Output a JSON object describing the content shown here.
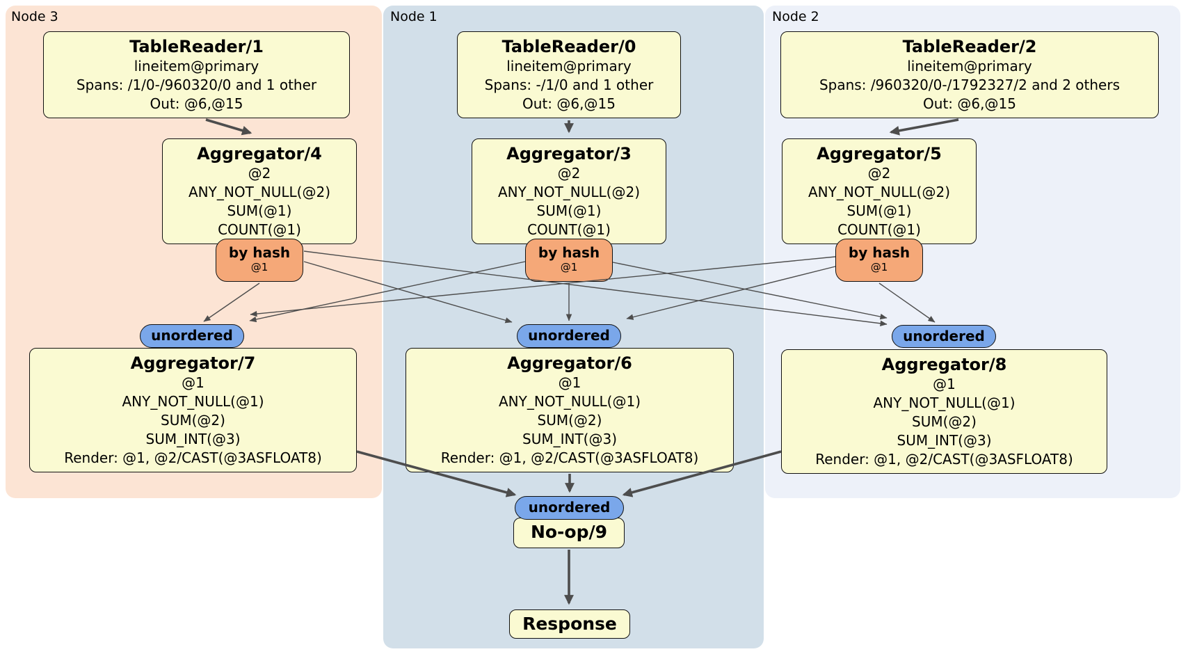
{
  "regions": {
    "node3": {
      "label": "Node 3"
    },
    "node1": {
      "label": "Node 1"
    },
    "node2": {
      "label": "Node 2"
    }
  },
  "router_labels": {
    "by_hash": "by hash",
    "by_hash_key": "@1",
    "unordered": "unordered"
  },
  "processors": {
    "tablereader1": {
      "title": "TableReader/1",
      "lines": [
        "lineitem@primary",
        "Spans: /1/0-/960320/0 and 1 other",
        "Out: @6,@15"
      ]
    },
    "tablereader0": {
      "title": "TableReader/0",
      "lines": [
        "lineitem@primary",
        "Spans: -/1/0 and 1 other",
        "Out: @6,@15"
      ]
    },
    "tablereader2": {
      "title": "TableReader/2",
      "lines": [
        "lineitem@primary",
        "Spans: /960320/0-/1792327/2 and 2 others",
        "Out: @6,@15"
      ]
    },
    "aggregator4": {
      "title": "Aggregator/4",
      "lines": [
        "@2",
        "ANY_NOT_NULL(@2)",
        "SUM(@1)",
        "COUNT(@1)"
      ]
    },
    "aggregator3": {
      "title": "Aggregator/3",
      "lines": [
        "@2",
        "ANY_NOT_NULL(@2)",
        "SUM(@1)",
        "COUNT(@1)"
      ]
    },
    "aggregator5": {
      "title": "Aggregator/5",
      "lines": [
        "@2",
        "ANY_NOT_NULL(@2)",
        "SUM(@1)",
        "COUNT(@1)"
      ]
    },
    "aggregator7": {
      "title": "Aggregator/7",
      "lines": [
        "@1",
        "ANY_NOT_NULL(@1)",
        "SUM(@2)",
        "SUM_INT(@3)",
        "Render: @1, @2/CAST(@3ASFLOAT8)"
      ]
    },
    "aggregator6": {
      "title": "Aggregator/6",
      "lines": [
        "@1",
        "ANY_NOT_NULL(@1)",
        "SUM(@2)",
        "SUM_INT(@3)",
        "Render: @1, @2/CAST(@3ASFLOAT8)"
      ]
    },
    "aggregator8": {
      "title": "Aggregator/8",
      "lines": [
        "@1",
        "ANY_NOT_NULL(@1)",
        "SUM(@2)",
        "SUM_INT(@3)",
        "Render: @1, @2/CAST(@3ASFLOAT8)"
      ]
    },
    "noop9": {
      "title": "No-op/9"
    },
    "response": {
      "title": "Response"
    }
  },
  "colors": {
    "node3_bg": "#fce4d4",
    "node1_bg": "#d2dfe9",
    "node2_bg": "#edf1f9",
    "processor_box_bg": "#fafad2",
    "hash_router_bg": "#f5a878",
    "sync_pill_bg": "#7aa7ea",
    "edge": "#4d4d4d"
  }
}
